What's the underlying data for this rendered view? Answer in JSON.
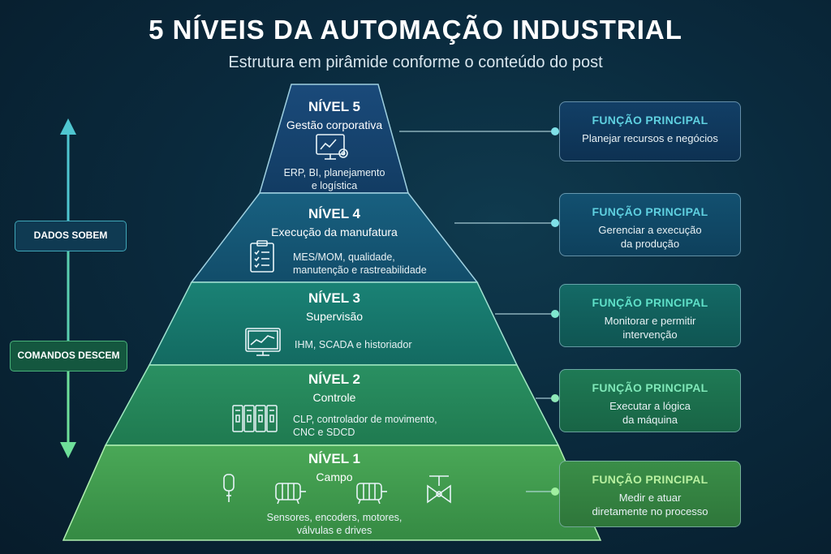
{
  "header": {
    "title": "5 NÍVEIS DA AUTOMAÇÃO INDUSTRIAL",
    "subtitle": "Estrutura em pirâmide conforme o conteúdo do post"
  },
  "side": {
    "up_label": "DADOS SOBEM",
    "down_label": "COMANDOS DESCEM"
  },
  "levels": [
    {
      "title": "NÍVEL 5",
      "name": "Gestão corporativa",
      "desc_lines": [
        "ERP, BI, planejamento",
        "e logística"
      ],
      "icon": "monitor-gear-icon"
    },
    {
      "title": "NÍVEL 4",
      "name": "Execução da manufatura",
      "desc_lines": [
        "MES/MOM, qualidade,",
        "manutenção e rastreabilidade"
      ],
      "icon": "clipboard-checklist-icon"
    },
    {
      "title": "NÍVEL 3",
      "name": "Supervisão",
      "desc_lines": [
        "IHM, SCADA e historiador"
      ],
      "icon": "monitor-chart-icon"
    },
    {
      "title": "NÍVEL 2",
      "name": "Controle",
      "desc_lines": [
        "CLP, controlador de movimento,",
        "CNC e SDCD"
      ],
      "icon": "plc-modules-icon"
    },
    {
      "title": "NÍVEL 1",
      "name": "Campo",
      "desc_lines": [
        "Sensores, encoders, motores,",
        "válvulas e drives"
      ],
      "icons": [
        "sensor-icon",
        "motor-icon",
        "motor-icon",
        "valve-icon"
      ]
    }
  ],
  "functions": [
    {
      "header": "FUNÇÃO PRINCIPAL",
      "lines": [
        "Planejar recursos e negócios"
      ],
      "accent": "#5fd0e0"
    },
    {
      "header": "FUNÇÃO PRINCIPAL",
      "lines": [
        "Gerenciar a execução",
        "da produção"
      ],
      "accent": "#5fd0e0"
    },
    {
      "header": "FUNÇÃO PRINCIPAL",
      "lines": [
        "Monitorar e permitir",
        "intervenção"
      ],
      "accent": "#5fe0c8"
    },
    {
      "header": "FUNÇÃO PRINCIPAL",
      "lines": [
        "Executar a lógica",
        "da máquina"
      ],
      "accent": "#6fe0b0"
    },
    {
      "header": "FUNÇÃO PRINCIPAL",
      "lines": [
        "Medir e atuar",
        "diretamente no processo"
      ],
      "accent": "#8fe89a"
    }
  ],
  "colors": {
    "level5": "#14406a",
    "level4": "#155a76",
    "level3": "#16796f",
    "level2": "#23855a",
    "level1": "#3f9a4e",
    "up_arrow": "#4fc6d0",
    "down_arrow": "#6ee09a"
  }
}
